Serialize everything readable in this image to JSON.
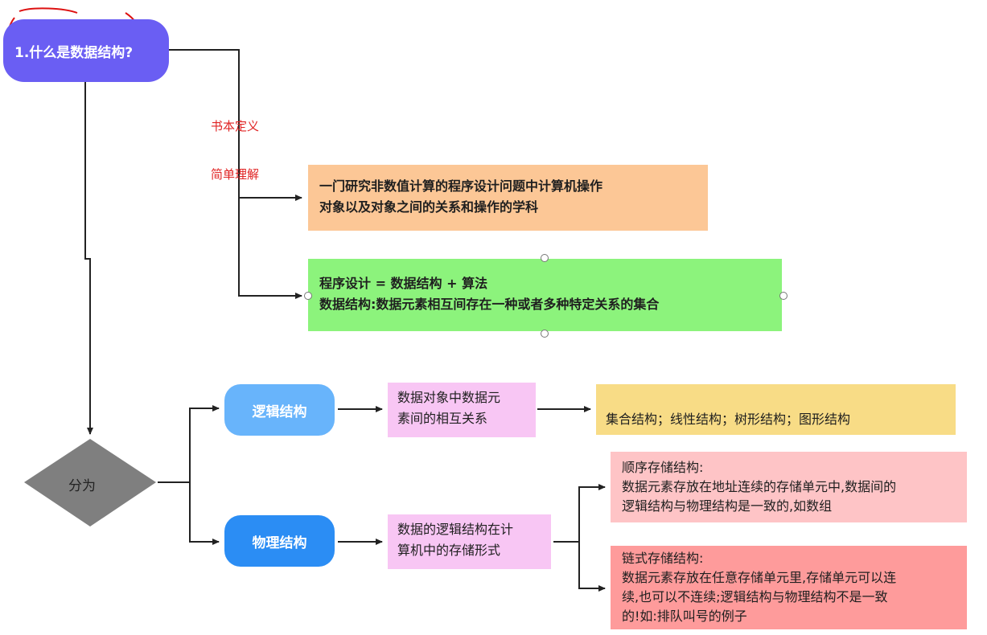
{
  "title": "1.什么是数据结构?",
  "labels": {
    "book_definition": "书本定义",
    "simple_understanding": "简单理解",
    "divided_into": "分为"
  },
  "definition_box": {
    "line1": "一门研究非数值计算的程序设计问题中计算机操作",
    "line2": "对象以及对象之间的关系和操作的学科"
  },
  "understanding_box": {
    "line1": "程序设计 = 数据结构 + 算法",
    "line2": "数据结构:数据元素相互间存在一种或者多种特定关系的集合"
  },
  "logical": {
    "name": "逻辑结构",
    "description": [
      "数据对象中数据元",
      "素间的相互关系"
    ],
    "types": "集合结构；线性结构；树形结构；图形结构"
  },
  "physical": {
    "name": "物理结构",
    "description": [
      "数据的逻辑结构在计",
      "算机中的存储形式"
    ],
    "sequential": {
      "title": "顺序存储结构:",
      "lines": [
        "数据元素存放在地址连续的存储单元中,数据间的",
        "逻辑结构与物理结构是一致的,如数组"
      ]
    },
    "linked": {
      "title": "链式存储结构:",
      "lines": [
        "数据元素存放在任意存储单元里,存储单元可以连",
        "续,也可以不连续;逻辑结构与物理结构不是一致",
        "的!如:排队叫号的例子"
      ]
    }
  },
  "colors": {
    "title_node": "#6a5ef3",
    "orange_box": "#fcc796",
    "green_box": "#8cf37c",
    "logic_pill": "#68b4fb",
    "physical_pill": "#2b8df4",
    "pink_box": "#f8c6f4",
    "yellow_box": "#f8dc86",
    "light_red_box": "#fec4c6",
    "red_box": "#fe9b9b",
    "diamond": "#7f7f7f",
    "annotation": "#e02424"
  }
}
